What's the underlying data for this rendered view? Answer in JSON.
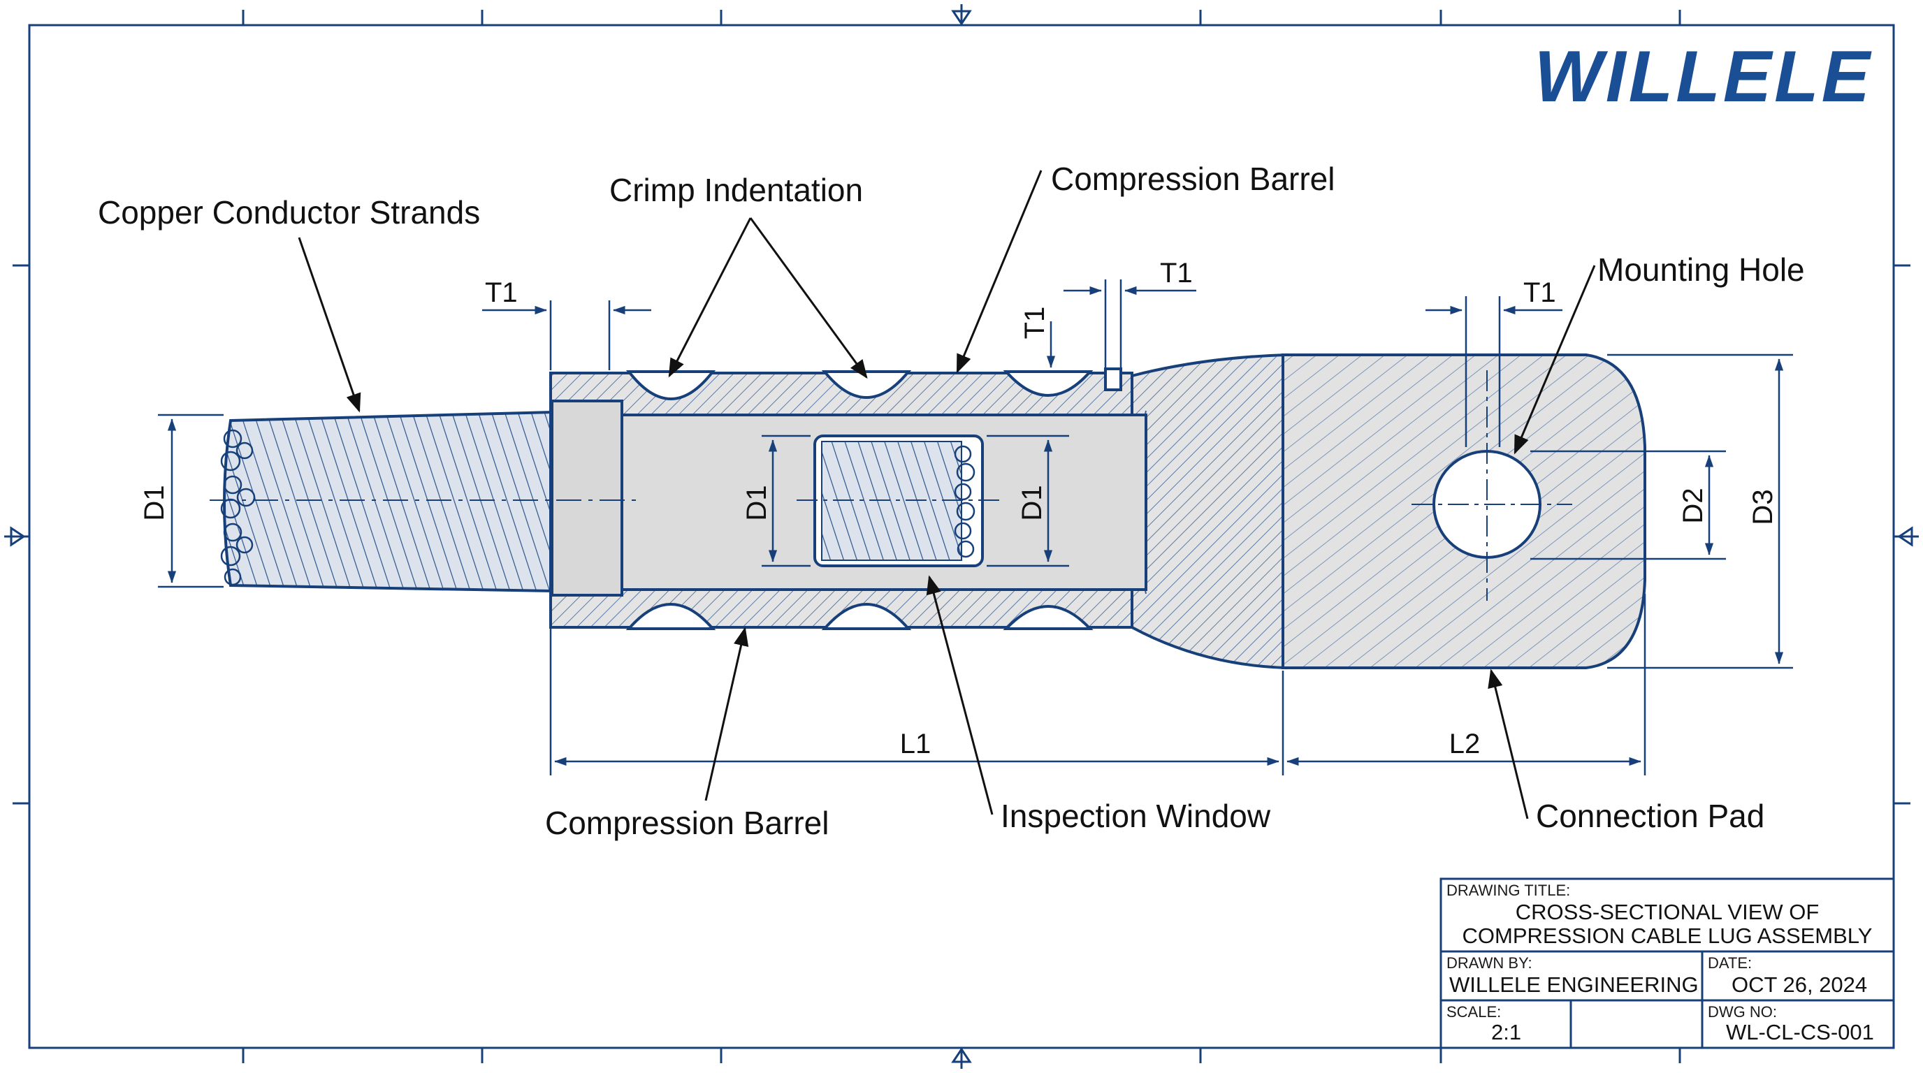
{
  "logo": {
    "text": "WILLELE",
    "color": "#1a4f96"
  },
  "colors": {
    "line": "#17407a",
    "hatch": "#5a7bab",
    "fill": "#dcdcdc",
    "text": "#111111"
  },
  "callouts": {
    "copper_strands": "Copper Conductor Strands",
    "crimp_indentation": "Crimp Indentation",
    "compression_barrel_top": "Compression Barrel",
    "mounting_hole": "Mounting Hole",
    "compression_barrel_bottom": "Compression Barrel",
    "inspection_window": "Inspection Window",
    "connection_pad": "Connection Pad"
  },
  "dimensions": {
    "t1_a": "T1",
    "t1_b": "T1",
    "t1_c": "T1",
    "t1_d": "T1",
    "d1_a": "D1",
    "d1_b": "D1",
    "d1_c": "D1",
    "d2": "D2",
    "d3": "D3",
    "l1": "L1",
    "l2": "L2"
  },
  "title_block": {
    "drawing_title_caption": "DRAWING TITLE:",
    "title_line1": "CROSS-SECTIONAL VIEW OF",
    "title_line2": "COMPRESSION CABLE LUG ASSEMBLY",
    "drawn_by_caption": "DRAWN BY:",
    "drawn_by": "WILLELE ENGINEERING",
    "date_caption": "DATE:",
    "date": "OCT 26, 2024",
    "scale_caption": "SCALE:",
    "scale": "2:1",
    "dwg_no_caption": "DWG NO:",
    "dwg_no": "WL-CL-CS-001"
  }
}
